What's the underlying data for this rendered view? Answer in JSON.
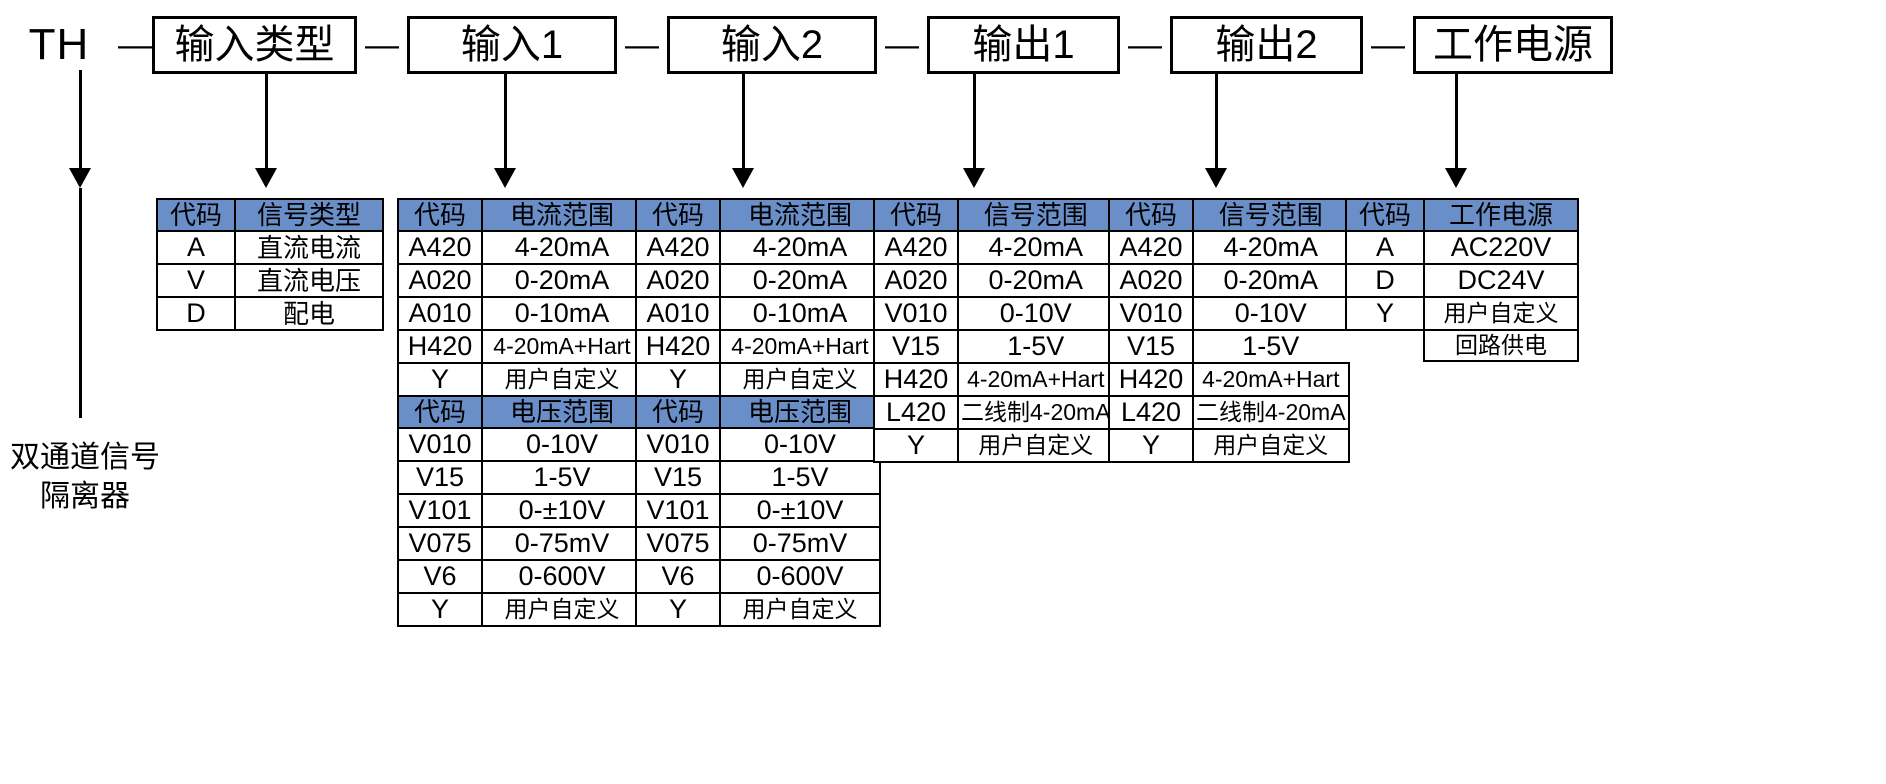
{
  "model": {
    "prefix": "TH",
    "separator": "—",
    "segments": [
      {
        "label": "输入类型"
      },
      {
        "label": "输入1"
      },
      {
        "label": "输入2"
      },
      {
        "label": "输出1"
      },
      {
        "label": "输出2"
      },
      {
        "label": "工作电源"
      }
    ]
  },
  "caption": {
    "line1": "双通道信号",
    "line2": "隔离器"
  },
  "colors": {
    "header_fill": "#6a8ec8",
    "border": "#000000",
    "background": "#ffffff"
  },
  "tables": {
    "input_type": {
      "headers": [
        "代码",
        "信号类型"
      ],
      "rows": [
        [
          "A",
          "直流电流"
        ],
        [
          "V",
          "直流电压"
        ],
        [
          "D",
          "配电"
        ]
      ]
    },
    "input1": {
      "section1": {
        "headers": [
          "代码",
          "电流范围"
        ],
        "rows": [
          [
            "A420",
            "4-20mA"
          ],
          [
            "A020",
            "0-20mA"
          ],
          [
            "A010",
            "0-10mA"
          ],
          [
            "H420",
            "4-20mA+Hart"
          ],
          [
            "Y",
            "用户自定义"
          ]
        ]
      },
      "section2": {
        "headers": [
          "代码",
          "电压范围"
        ],
        "rows": [
          [
            "V010",
            "0-10V"
          ],
          [
            "V15",
            "1-5V"
          ],
          [
            "V101",
            "0-±10V"
          ],
          [
            "V075",
            "0-75mV"
          ],
          [
            "V6",
            "0-600V"
          ],
          [
            "Y",
            "用户自定义"
          ]
        ]
      }
    },
    "input2": {
      "section1": {
        "headers": [
          "代码",
          "电流范围"
        ],
        "rows": [
          [
            "A420",
            "4-20mA"
          ],
          [
            "A020",
            "0-20mA"
          ],
          [
            "A010",
            "0-10mA"
          ],
          [
            "H420",
            "4-20mA+Hart"
          ],
          [
            "Y",
            "用户自定义"
          ]
        ]
      },
      "section2": {
        "headers": [
          "代码",
          "电压范围"
        ],
        "rows": [
          [
            "V010",
            "0-10V"
          ],
          [
            "V15",
            "1-5V"
          ],
          [
            "V101",
            "0-±10V"
          ],
          [
            "V075",
            "0-75mV"
          ],
          [
            "V6",
            "0-600V"
          ],
          [
            "Y",
            "用户自定义"
          ]
        ]
      }
    },
    "output1": {
      "headers": [
        "代码",
        "信号范围"
      ],
      "rows": [
        [
          "A420",
          "4-20mA"
        ],
        [
          "A020",
          "0-20mA"
        ],
        [
          "V010",
          "0-10V"
        ],
        [
          "V15",
          "1-5V"
        ],
        [
          "H420",
          "4-20mA+Hart"
        ],
        [
          "L420",
          "二线制4-20mA"
        ],
        [
          "Y",
          "用户自定义"
        ]
      ]
    },
    "output2": {
      "headers": [
        "代码",
        "信号范围"
      ],
      "rows": [
        [
          "A420",
          "4-20mA"
        ],
        [
          "A020",
          "0-20mA"
        ],
        [
          "V010",
          "0-10V"
        ],
        [
          "V15",
          "1-5V"
        ],
        [
          "H420",
          "4-20mA+Hart"
        ],
        [
          "L420",
          "二线制4-20mA"
        ],
        [
          "Y",
          "用户自定义"
        ]
      ]
    },
    "power": {
      "headers": [
        "代码",
        "工作电源"
      ],
      "rows": [
        [
          "A",
          "AC220V"
        ],
        [
          "D",
          "DC24V"
        ],
        [
          "Y",
          "用户自定义"
        ],
        [
          "",
          "回路供电"
        ]
      ]
    }
  }
}
